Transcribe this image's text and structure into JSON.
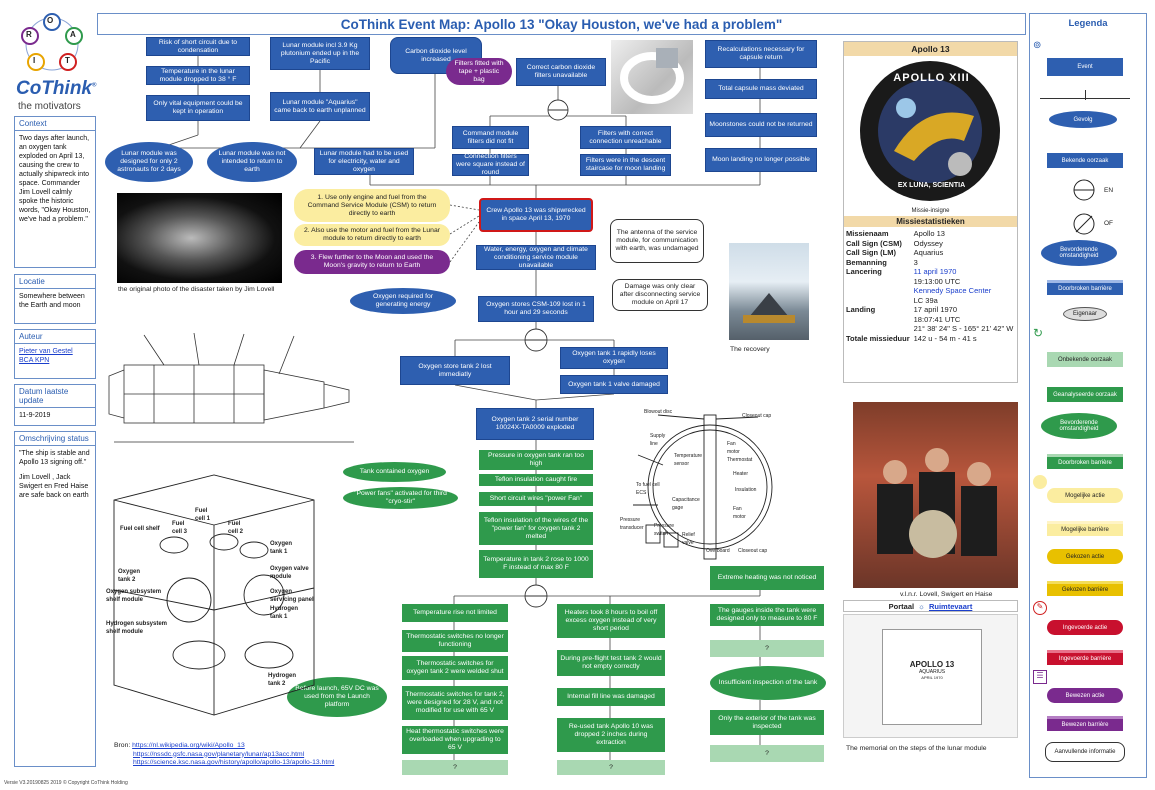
{
  "title": "CoThink Event Map: Apollo 13 \"Okay Houston, we've had a problem\"",
  "logo": {
    "letters": [
      "O",
      "R",
      "A",
      "I",
      "T"
    ],
    "brand": "CoThink",
    "trademark": "®",
    "tagline": "the motivators"
  },
  "sidebar": {
    "context": {
      "title": "Context",
      "text": "Two days after launch, an oxygen tank exploded on April 13, causing the crew to actually shipwreck into space. Commander Jim Lovell calmly spoke the historic words, \"Okay Houston, we've had a problem.\""
    },
    "location": {
      "title": "Locatie",
      "text": "Somewhere between the Earth and moon"
    },
    "author": {
      "title": "Auteur",
      "line1": "Pieter van Gestel",
      "line2": "BCA KPN"
    },
    "date": {
      "title": "Datum laatste update",
      "text": "11-9-2019"
    },
    "status": {
      "title": "Omschrijving status",
      "text1": "\"The ship is stable and Apollo 13 signing off.\"",
      "text2": "Jim Lovell , Jack Swigert en Fred Haise are safe back on earth"
    }
  },
  "nodes": {
    "short_circuit": "Risk of short circuit due to condensation",
    "temp_dropped": "Temperature in the lunar module dropped to 38 ° F",
    "vital_equipment": "Only vital equipment could be kept in operation",
    "plutonium": "Lunar module incl 3.9 Kg plutonium ended up in the Pacific",
    "aquarius_came_back": "Lunar module \"Aquarius\" came back to earth unplanned",
    "co2_increased": "Carbon dioxide level increased",
    "correct_filters_unavailable": "Correct carbon dioxide filters unavailable",
    "filters_fitted": "Filters fitted with tape + plastic bag",
    "cm_filters_not_fit": "Command module filters did not fit",
    "filters_unreachable": "Filters with correct connection unreachable",
    "connection_square": "Connection filters were square instead of round",
    "filters_descent": "Filters were in the descent staircase for moon landing",
    "recalculations": "Recalculations necessary for capsule return",
    "mass_deviated": "Total capsule mass deviated",
    "moonstones": "Moonstones could not be returned",
    "moon_landing_impossible": "Moon landing no longer possible",
    "lm_two_astronauts": "Lunar module was designed for only 2 astronauts for 2 days",
    "lm_not_return": "Lunar module was not intended to return to earth",
    "lm_used": "Lunar module had to be used for electricity, water and oxygen",
    "crew_shipwrecked": "Crew Apollo 13 was shipwrecked in space April 13, 1970",
    "action1": "1. Use only engine and fuel from the Command Service Module (CSM) to return directly to earth",
    "action2": "2. Also use the motor and fuel from the Lunar module to return directly to earth",
    "action3": "3. Flew further to the Moon and used the Moon's gravity to return to Earth",
    "antenna_callout": "The antenna of the service module, for communication with earth, was undamaged",
    "water_energy": "Water, energy, oxygen and climate conditioning service module unavailable",
    "damage_callout": "Damage was only clear after disconnecting service module on April 17",
    "oxygen_required": "Oxygen required for generating energy",
    "oxygen_stores": "Oxygen stores CSM-109 lost in 1 hour and 29 seconds",
    "tank2_lost": "Oxygen store tank 2 lost immediatly",
    "tank1_loses": "Oxygen tank 1 rapidly loses oxygen",
    "tank1_valve": "Oxygen tank 1 valve damaged",
    "tank2_exploded": "Oxygen tank 2 serial number 10024X-TA0009 exploded",
    "pressure_high": "Pressure in oxygen tank ran too high",
    "tank_contained": "Tank contained oxygen",
    "teflon_fire": "Teflon insulation caught fire",
    "power_fans": "\"Power fans\" activated for third \"cryo-stir\"",
    "short_circuit_wires": "Short circuit wires \"power Fan\"",
    "teflon_wires_melted": "Teflon insulation of the wires of the \"power fan\" for oxygen tank 2 melted",
    "temp_rose": "Temperature in tank 2 rose to 1000 F instead of max 80 F",
    "extreme_heating": "Extreme heating was not noticed",
    "gauges": "The gauges inside the tank were designed only to measure to 80 F",
    "q1": "?",
    "temp_not_limited": "Temperature rise not limited",
    "thermo_no_longer": "Thermostatic switches no longer functioning",
    "thermo_welded": "Thermostatic switches for oxygen tank 2 were welded shut",
    "thermo_28v": "Thermostatic switches for tank 2, were designed for 28 V, and not modified for use with 65 V",
    "thermo_overloaded": "Heat thermostatic switches were overloaded when upgrading to 65 V",
    "q2": "?",
    "before_launch": "Before launch, 65V DC was used from the Launch platform",
    "heaters_8h": "Heaters took 8 hours to boil off excess oxygen instead of very short period",
    "preflight": "During pre-flight test tank 2 would not empty correctly",
    "fill_line": "Internal fill line was damaged",
    "reused_tank": "Re-used tank Apollo 10 was dropped 2 inches during extraction",
    "q3": "?",
    "insufficient_inspection": "Insufficient inspection of the tank",
    "exterior_inspected": "Only the exterior of the tank was inspected",
    "q4": "?"
  },
  "captions": {
    "photo_disaster": "the original photo of the disaster taken by Jim Lovell",
    "recovery": "The recovery",
    "memorial": "The memorial on the steps of the lunar module",
    "crew_photo": "v.l.n.r. Lovell, Swigert en Haise",
    "insignia": "Missie-insigne",
    "portal_prefix": "Portaal",
    "portal_link": "Ruimtevaart"
  },
  "diagram_labels": {
    "fuel_cell_shelf": "Fuel cell shelf",
    "fuel_cell_3": "Fuel cell 3",
    "fuel_cell_1": "Fuel cell 1",
    "fuel_cell_2": "Fuel cell 2",
    "oxygen_tank_2": "Oxygen tank 2",
    "oxygen_tank_1": "Oxygen tank 1",
    "oxygen_valve_module": "Oxygen valve module",
    "oxygen_subsystem": "Oxygen subsystem shelf module",
    "oxygen_servicing": "Oxygen servicing panel",
    "hydrogen_tank_1": "Hydrogen tank 1",
    "hydrogen_subsystem": "Hydrogen subsystem shelf module",
    "hydrogen_tank_2": "Hydrogen tank 2",
    "blowout_disc": "Blowout disc",
    "closeout_cap": "Closeout cap",
    "supply_line": "Supply line",
    "temperature_sensor": "Temperature sensor",
    "fan_motor": "Fan motor",
    "thermostat": "Thermostat",
    "heater": "Heater",
    "insulation": "Insulation",
    "to_fuel_cell": "To fuel cell ECS",
    "capacitance_gage": "Capacitance gage",
    "pressure_switch": "Pressure switch",
    "pressure_transducer": "Pressure transducer",
    "relief_valve": "Relief valve",
    "overboard": "Overboard",
    "fan_motor_2": "Fan motor",
    "closeout_cap_2": "Closeout cap",
    "memorial_title": "APOLLO 13",
    "memorial_sub": "AQUARIUS",
    "memorial_date": "APRIL 1970",
    "insignia_top": "APOLLO XIII",
    "insignia_motto": "EX LUNA, SCIENTIA"
  },
  "mission": {
    "title": "Apollo 13",
    "stats_header": "Missiestatistieken",
    "rows": [
      {
        "k": "Missienaam",
        "v": [
          "Apollo 13"
        ]
      },
      {
        "k": "Call Sign (CSM)",
        "v": [
          "Odyssey"
        ]
      },
      {
        "k": "Call Sign (LM)",
        "v": [
          "Aquarius"
        ]
      },
      {
        "k": "Bemanning",
        "v": [
          "3"
        ]
      },
      {
        "k": "Lancering",
        "v": [
          "11 april 1970",
          "19:13:00 UTC",
          "Kennedy Space Center",
          "LC 39a"
        ]
      },
      {
        "k": "Landing",
        "v": [
          "17 april 1970",
          "18:07:41 UTC",
          "21° 38' 24\" S - 165° 21' 42\" W"
        ]
      },
      {
        "k": "Totale missieduur",
        "v": [
          "142 u - 54 m - 41 s"
        ]
      }
    ]
  },
  "sources": {
    "label": "Bron:",
    "links": [
      "https://nl.wikipedia.org/wiki/Apollo_13",
      "https://nssdc.gsfc.nasa.gov/planetary/lunar/ap13acc.html",
      "https://science.ksc.nasa.gov/history/apollo/apollo-13/apollo-13.html"
    ]
  },
  "footer": "Versie V3.20190825 2019 © Copyright CoThink Holding",
  "legend": {
    "title": "Legenda",
    "event": "Event",
    "gevolg": "Gevolg",
    "bekende": "Bekende oorzaak",
    "en": "EN",
    "of": "OF",
    "bevorderende1": "Bevorderende omstandigheid",
    "doorbroken1": "Doorbroken barrière",
    "eigenaar": "Eigenaar",
    "onbekende": "Onbekende oorzaak",
    "geanalyseerde": "Geanalyseerde oorzaak",
    "bevorderende2": "Bevorderende omstandigheid",
    "doorbroken2": "Doorbroken barrière",
    "mogelijke_actie": "Mogelijke actie",
    "mogelijke_barriere": "Mogelijke barrière",
    "gekozen_actie": "Gekozen actie",
    "gekozen_barriere": "Gekozen barrière",
    "ingevoerde_actie": "Ingevoerde actie",
    "ingevoerde_barriere": "Ingevoerde barrière",
    "bewezen_actie": "Bewezen actie",
    "bewezen_barriere": "Bewezen barrière",
    "aanvullende": "Aanvullende informatie"
  },
  "colors": {
    "event_blue": "#2e5fb0",
    "cause_green": "#2f9a4c",
    "action_yellow": "#fbeda0",
    "action_purple": "#7a2a8e",
    "frame_blue": "#6a8fc8"
  }
}
